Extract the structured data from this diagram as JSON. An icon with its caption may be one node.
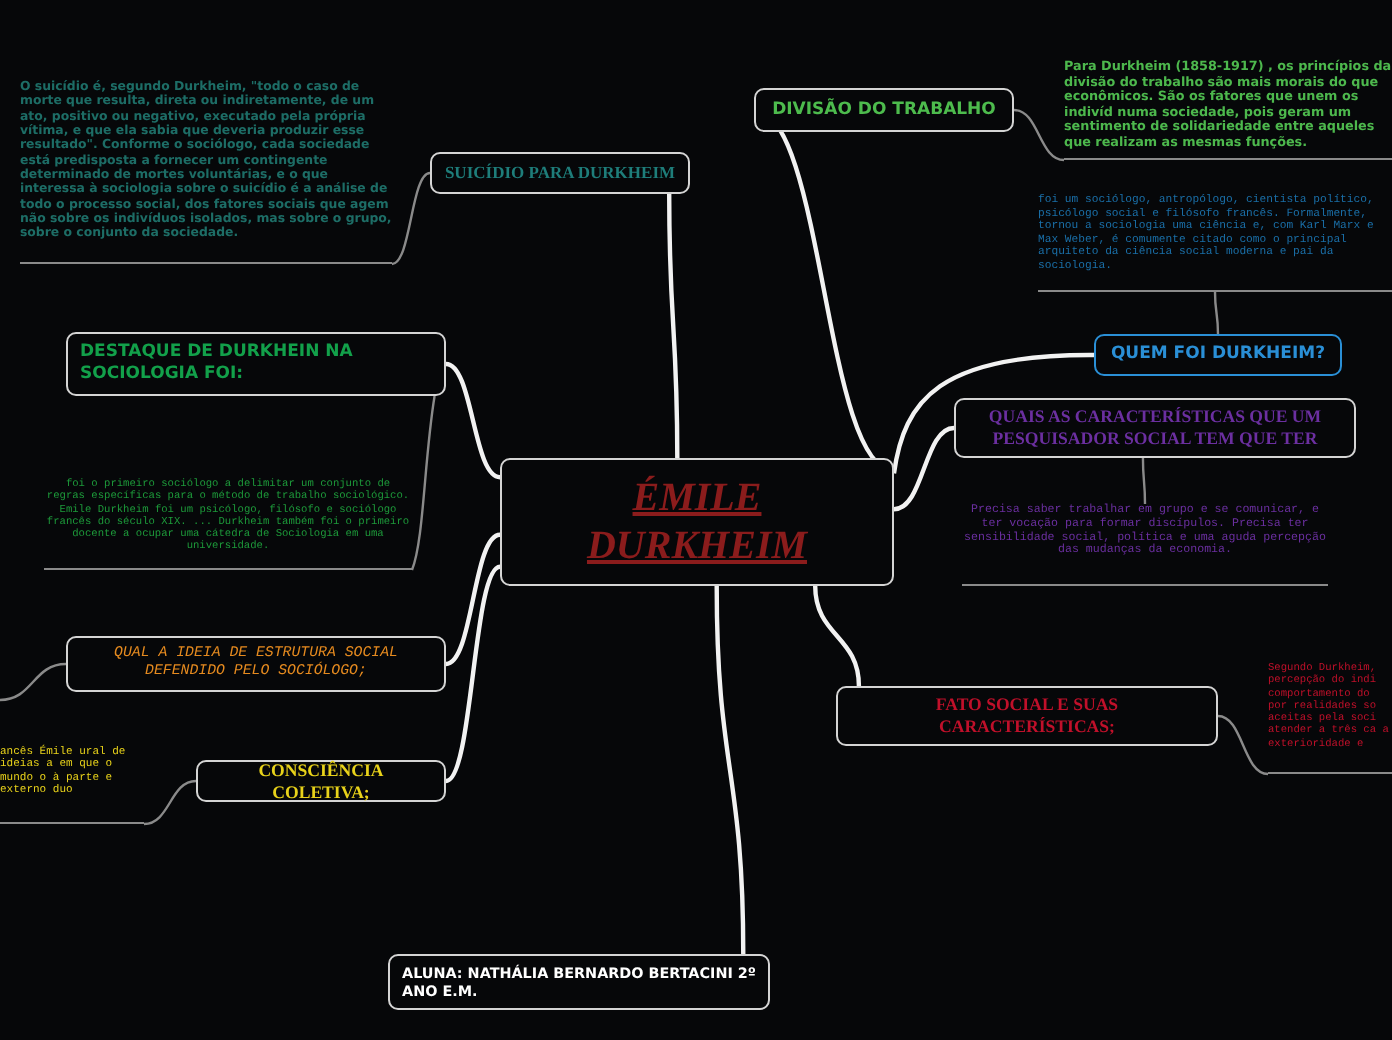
{
  "diagram": {
    "nodes": [
      {
        "text": [
          "ÉMILE DURKHEIM"
        ]
      },
      {
        "text": [
          "DIVISÃO DO TRABALHO"
        ]
      },
      {
        "text": [
          "Para Durkheim (1858-1917) , os princípios da divisão do trabalho são mais morais do que econômicos. São os fatores que unem os indivíd numa sociedade, pois geram um sentimento de solidariedade entre aqueles que realizam as mesmas funções."
        ]
      },
      {
        "text": [
          "SUICÍDIO PARA DURKHEIM"
        ]
      },
      {
        "text": [
          "O suicídio é, segundo Durkheim, \"todo o caso de morte que resulta, direta ou indiretamente, de um ato, positivo ou negativo, executado pela própria vítima, e que ela sabia que deveria produzir esse resultado\". Conforme o sociólogo, cada sociedade está predisposta a fornecer um contingente determinado de mortes voluntárias, e o que interessa à sociologia sobre o suicídio é a análise de todo o processo social, dos fatores sociais que agem não sobre os indivíduos isolados, mas sobre o grupo, sobre o conjunto da sociedade."
        ]
      },
      {
        "text": [
          "QUEM FOI DURKHEIM?"
        ]
      },
      {
        "text": [
          "foi um sociólogo, antropólogo, cientista político, psicólogo social e filósofo francês. Formalmente, tornou a sociologia uma ciência e, com Karl Marx e Max Weber, é comumente citado como o principal arquiteto da ciência social moderna e pai da sociologia."
        ]
      },
      {
        "text": [
          "DESTAQUE DE DURKHEIN NA SOCIOLOGIA FOI:"
        ]
      },
      {
        "text": [
          "foi o primeiro sociólogo a delimitar um conjunto de regras específicas para o método de trabalho sociológico. Emile Durkheim foi um psicólogo, filósofo e sociólogo francês do século XIX. ... Durkheim também foi o primeiro docente a ocupar uma cátedra de Sociologia em uma universidade."
        ]
      },
      {
        "text": [
          "QUAIS AS CARACTERÍSTICAS QUE UM PESQUISADOR SOCIAL TEM QUE TER"
        ]
      },
      {
        "text": [
          "Precisa saber trabalhar em grupo e se comunicar, e ter vocação para formar discípulos. Precisa ter sensibilidade social, política e uma aguda percepção das mudanças da economia."
        ]
      },
      {
        "text": [
          "QUAL A IDEIA DE ESTRUTURA SOCIAL DEFENDIDO PELO SOCIÓLOGO;"
        ]
      },
      {
        "text": [
          "CONSCIÊNCIA COLETIVA;"
        ]
      },
      {
        "text": [
          "ancês Émile ural de ideias a em que o mundo o à parte e externo duo"
        ]
      },
      {
        "text": [
          "FATO SOCIAL E SUAS CARACTERÍSTICAS;"
        ]
      },
      {
        "text": [
          "Segundo Durkheim, percepção do indi comportamento do por realidades so aceitas pela soci atender a três ca a exterioridade e"
        ]
      },
      {
        "text": [
          "ALUNA: NATHÁLIA BERNARDO BERTACINI 2º ANO E.M."
        ]
      }
    ],
    "edges": [
      {
        "from": 0,
        "to": 1,
        "arrow": "none"
      },
      {
        "from": 1,
        "to": 2,
        "arrow": "none",
        "color": "#8a8a8a"
      },
      {
        "from": 0,
        "to": 3,
        "arrow": "none"
      },
      {
        "from": 3,
        "to": 4,
        "arrow": "none",
        "color": "#8a8a8a"
      },
      {
        "from": 0,
        "to": 5,
        "arrow": "none"
      },
      {
        "from": 5,
        "to": 6,
        "arrow": "none",
        "color": "#8a8a8a"
      },
      {
        "from": 0,
        "to": 7,
        "arrow": "none"
      },
      {
        "from": 7,
        "to": 8,
        "arrow": "none",
        "color": "#8a8a8a"
      },
      {
        "from": 0,
        "to": 9,
        "arrow": "none"
      },
      {
        "from": 9,
        "to": 10,
        "arrow": "none",
        "color": "#8a8a8a"
      },
      {
        "from": 0,
        "to": 11,
        "arrow": "none"
      },
      {
        "from": 11,
        "to": null,
        "arrow": "none",
        "color": "#8a8a8a"
      },
      {
        "from": 0,
        "to": 12,
        "arrow": "none"
      },
      {
        "from": 12,
        "to": 13,
        "arrow": "none",
        "color": "#8a8a8a"
      },
      {
        "from": 0,
        "to": 14,
        "arrow": "none"
      },
      {
        "from": 14,
        "to": 15,
        "arrow": "none",
        "color": "#8a8a8a"
      },
      {
        "from": 0,
        "to": 16,
        "arrow": "none"
      }
    ]
  }
}
